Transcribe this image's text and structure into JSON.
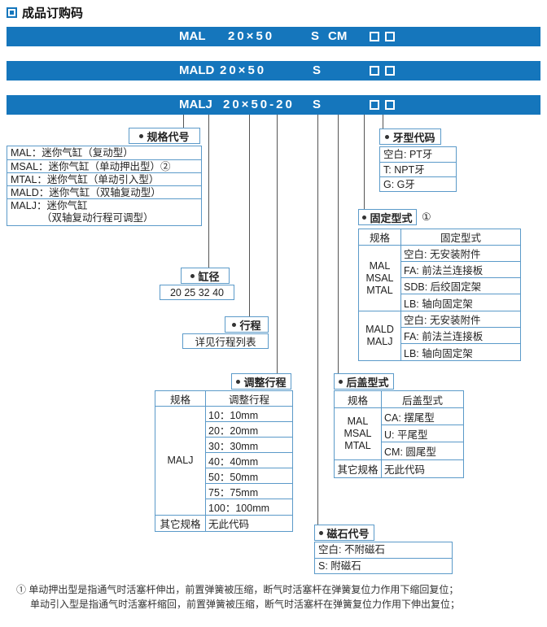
{
  "page": {
    "title": "成品订购码",
    "footnotes": [
      "① 单动押出型是指通气时活塞杆伸出，前置弹簧被压缩，断气时活塞杆在弹簧复位力作用下缩回复位；",
      "单动引入型是指通气时活塞杆缩回，前置弹簧被压缩，断气时活塞杆在弹簧复位力作用下伸出复位；"
    ]
  },
  "colors": {
    "bar_blue": "#1576bc",
    "border_blue": "#5b9ac9"
  },
  "bars": [
    {
      "model": "MAL",
      "bore": "20×50",
      "magnet": "S",
      "rear": "CM"
    },
    {
      "model": "MALD",
      "bore": "20×50",
      "magnet": "S",
      "rear": ""
    },
    {
      "model": "MALJ",
      "bore": "20×50-20",
      "magnet": "S",
      "rear": ""
    }
  ],
  "spec": {
    "label": "规格代号",
    "rows": [
      "MAL：迷你气缸（复动型）",
      "MSAL：迷你气缸（单动押出型）②",
      "MTAL：迷你气缸（单动引入型）",
      "MALD：迷你气缸（双轴复动型）",
      "MALJ：迷你气缸",
      "（双轴复动行程可调型）"
    ]
  },
  "thread": {
    "label": "牙型代码",
    "rows": [
      "空白: PT牙",
      "T: NPT牙",
      "G: G牙"
    ]
  },
  "mount": {
    "label": "固定型式",
    "note": "①",
    "header": [
      "规格",
      "固定型式"
    ],
    "group1": {
      "models": "MAL\nMSAL\nMTAL",
      "options": [
        "空白: 无安装附件",
        "FA: 前法兰连接板",
        "SDB: 后绞固定架",
        "LB: 轴向固定架"
      ]
    },
    "group2": {
      "models": "MALD\nMALJ",
      "options": [
        "空白: 无安装附件",
        "FA: 前法兰连接板",
        "LB: 轴向固定架"
      ]
    }
  },
  "bore": {
    "label": "缸径",
    "value": "20 25 32 40"
  },
  "stroke": {
    "label": "行程",
    "value": "详见行程列表"
  },
  "adjust": {
    "label": "调整行程",
    "header": [
      "规格",
      "调整行程"
    ],
    "group": {
      "models": "MALJ",
      "options": [
        "10：10mm",
        "20：20mm",
        "30：30mm",
        "40：40mm",
        "50：50mm",
        "75：75mm",
        "100：100mm"
      ]
    },
    "footer": [
      "其它规格",
      "无此代码"
    ]
  },
  "rear": {
    "label": "后盖型式",
    "header": [
      "规格",
      "后盖型式"
    ],
    "group": {
      "models": "MAL\nMSAL\nMTAL",
      "options": [
        "CA: 摆尾型",
        "U: 平尾型",
        "CM: 圆尾型"
      ]
    },
    "footer": [
      "其它规格",
      "无此代码"
    ]
  },
  "magnet": {
    "label": "磁石代号",
    "rows": [
      "空白: 不附磁石",
      "S: 附磁石"
    ]
  }
}
